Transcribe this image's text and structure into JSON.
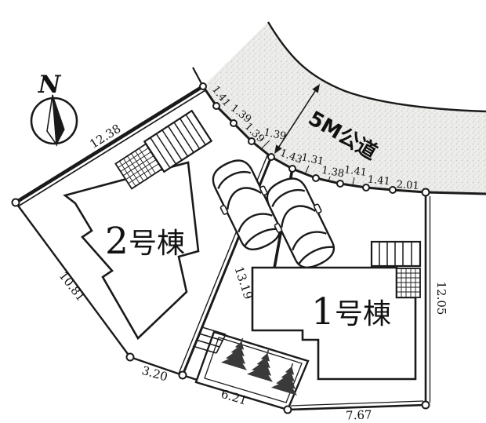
{
  "compass": {
    "label": "N"
  },
  "road": {
    "name": "5M公道"
  },
  "buildings": [
    {
      "number": "2",
      "suffix": "号棟",
      "label": "2号棟"
    },
    {
      "number": "1",
      "suffix": "号棟",
      "label": "1号棟"
    }
  ],
  "boundary": {
    "northwest": "12.38",
    "west": "10.81",
    "south_left": "3.20",
    "south_mid": "6.21",
    "south_right": "7.67",
    "east": "12.05",
    "divider": "13.19"
  },
  "road_chain": {
    "segments": [
      "1.41",
      "1.39",
      "1.39",
      "1.39",
      "1.43",
      "1.31",
      "1.38",
      "1.41",
      "1.41",
      "2.01"
    ]
  },
  "colors": {
    "line": "#1a1a1a",
    "road_fill": "#ededeb",
    "road_speckle": "#c9c9c3",
    "shrub_fill": "#3a3a3a"
  }
}
